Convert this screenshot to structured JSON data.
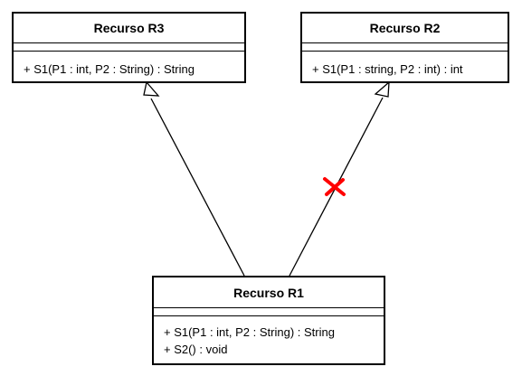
{
  "diagram": {
    "type": "uml-class-diagram",
    "classes": {
      "r3": {
        "name": "Recurso R3",
        "operations": [
          "+ S1(P1 : int, P2 : String) : String"
        ]
      },
      "r2": {
        "name": "Recurso R2",
        "operations": [
          "+ S1(P1 : string, P2 : int) : int"
        ]
      },
      "r1": {
        "name": "Recurso R1",
        "operations": [
          "+ S1(P1 : int, P2 : String) : String",
          "+ S2() : void"
        ]
      }
    },
    "relations": [
      {
        "from": "Recurso R1",
        "to": "Recurso R3",
        "kind": "generalization",
        "valid": true
      },
      {
        "from": "Recurso R1",
        "to": "Recurso R2",
        "kind": "generalization",
        "valid": false
      }
    ],
    "colors": {
      "line": "#000000",
      "invalid_mark": "#ff0000",
      "background": "#ffffff"
    }
  }
}
